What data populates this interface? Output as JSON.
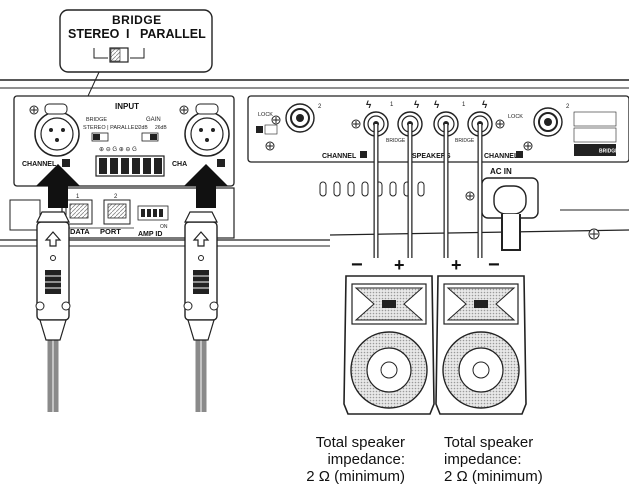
{
  "callout": {
    "title": "BRIDGE",
    "stereo": "STEREO",
    "separator": "I",
    "parallel": "PARALLEL"
  },
  "left_panel": {
    "input_label": "INPUT",
    "bridge_small": "BRIDGE",
    "stereo_parallel_small": "STEREO | PARALLEL",
    "gain_label": "GAIN",
    "gain_32": "32dB",
    "gain_26": "26dB",
    "channel_b": "CHANNEL",
    "channel_a": "CHA",
    "data_label": "DATA",
    "port_label": "PORT",
    "amp_id_label": "AMP ID",
    "port_1": "1",
    "port_2": "2",
    "on_label": "ON"
  },
  "right_panel": {
    "lock_left": "LOCK",
    "lock_right": "LOCK",
    "num_2_left": "2",
    "num_2_right": "2",
    "bridge_left": "BRIDGE",
    "bridge_right": "BRIDGE",
    "channel_b": "CHANNEL",
    "speakers": "SPEAKERS",
    "channel_a": "CHANNEL",
    "ac_in": "AC IN",
    "bridge_badge": "BRIDGE"
  },
  "wiring": {
    "minus_left": "−",
    "plus_left": "+",
    "plus_right": "+",
    "minus_right": "−"
  },
  "captions": [
    {
      "line1": "Total speaker",
      "line2": "impedance:",
      "line3": "2 Ω (minimum)"
    },
    {
      "line1": "Total speaker",
      "line2": "impedance:",
      "line3": "2 Ω (minimum)"
    }
  ],
  "colors": {
    "panel": "#ffffff",
    "stroke": "#222222",
    "arrow": "#111111",
    "cable": "#8a8a8a",
    "speaker_grille": "#cfcfcf"
  }
}
